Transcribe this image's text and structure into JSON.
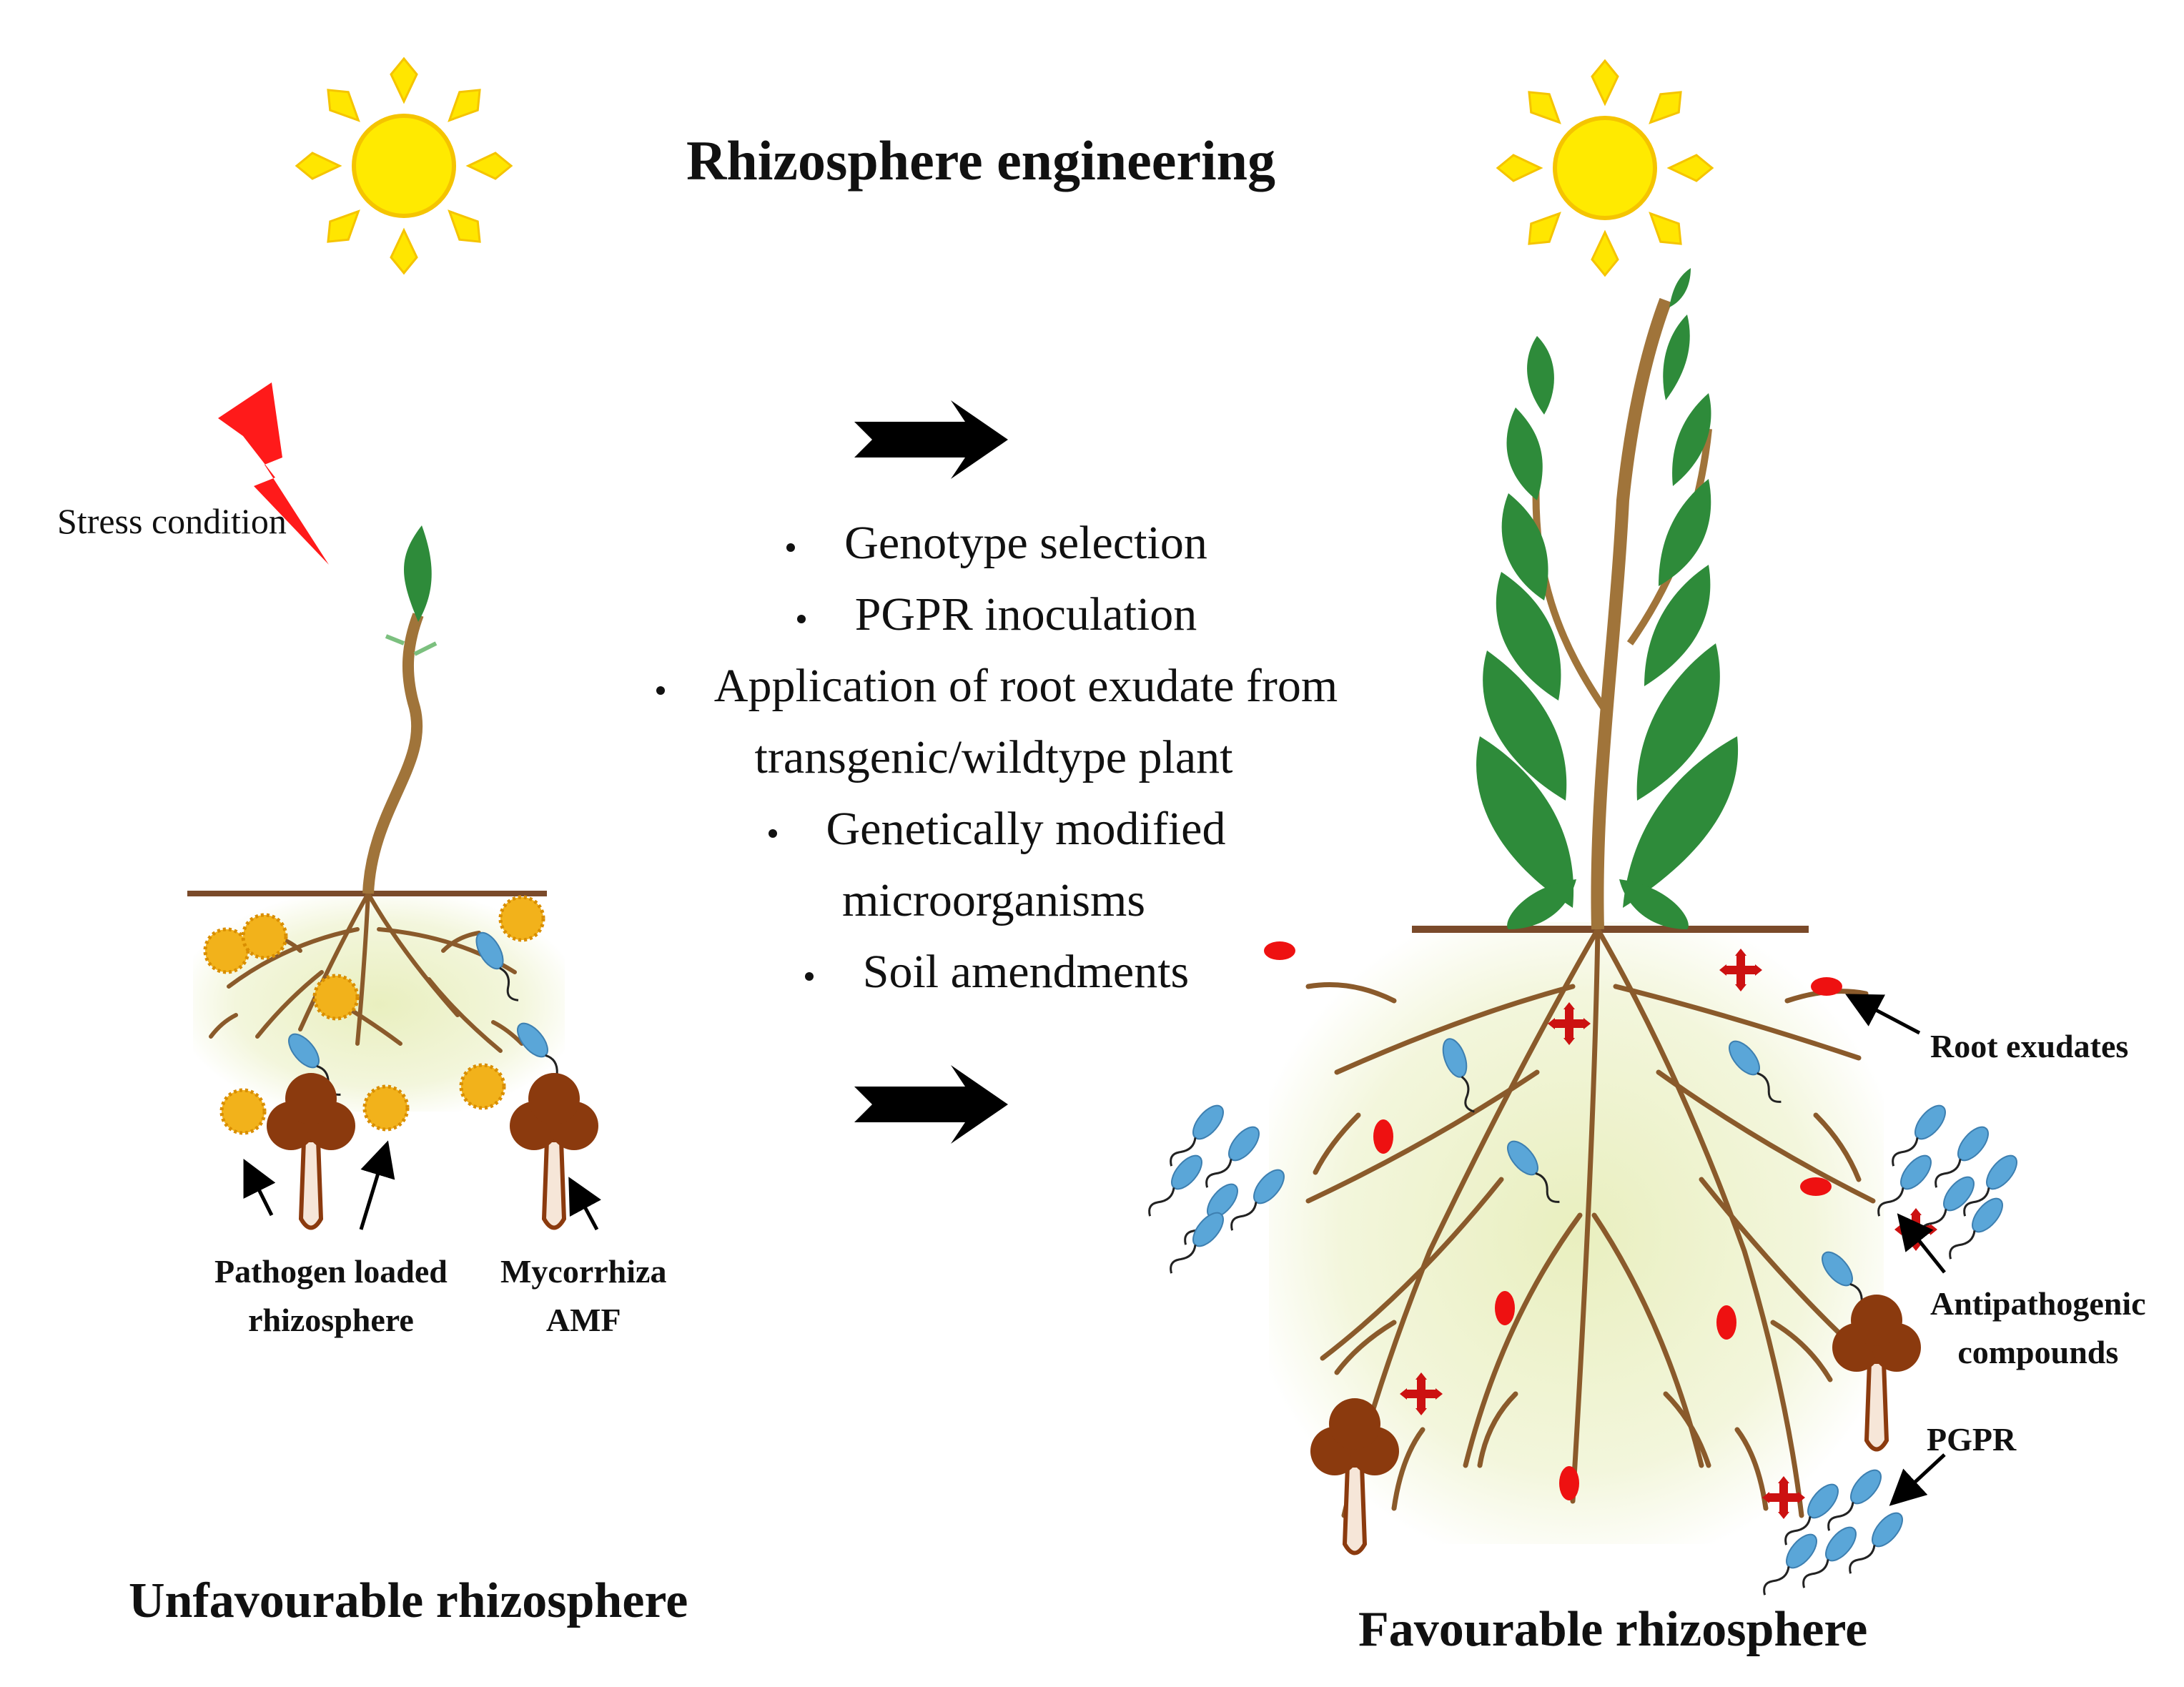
{
  "title": "Rhizosphere engineering",
  "left_panel": {
    "stress_label": "Stress condition",
    "pathogen_label_line1": "Pathogen loaded",
    "pathogen_label_line2": "rhizosphere",
    "myco_label_line1": "Mycorrhiza",
    "myco_label_line2": "AMF",
    "caption": "Unfavourable rhizosphere"
  },
  "strategies": {
    "items": [
      {
        "bullet": true,
        "text": "Genotype selection"
      },
      {
        "bullet": true,
        "text": "PGPR inoculation"
      },
      {
        "bullet": true,
        "text": "Application of root exudate from"
      },
      {
        "bullet": false,
        "text": "transgenic/wildtype plant"
      },
      {
        "bullet": true,
        "text": "Genetically modified"
      },
      {
        "bullet": false,
        "text": "microorganisms"
      },
      {
        "bullet": true,
        "text": "Soil amendments"
      }
    ]
  },
  "right_panel": {
    "root_exudates_label": "Root exudates",
    "antipathogenic_line1": "Antipathogenic",
    "antipathogenic_line2": "compounds",
    "pgpr_label": "PGPR",
    "caption": "Favourable rhizosphere"
  },
  "colors": {
    "sun": "#ffe600",
    "sun_rays": "#ffe600",
    "leaf": "#2e8b3a",
    "stem": "#a0743a",
    "root": "#8a5a2b",
    "root_glow": "#eef3c8",
    "pathogen": "#f2b21b",
    "bacteria": "#5aa6d8",
    "exudate": "#ee1111",
    "antipathogen": "#cc1111",
    "mycorrhiza": "#8b3a0e",
    "lightning": "#ff1a1a",
    "arrow": "#000000"
  }
}
